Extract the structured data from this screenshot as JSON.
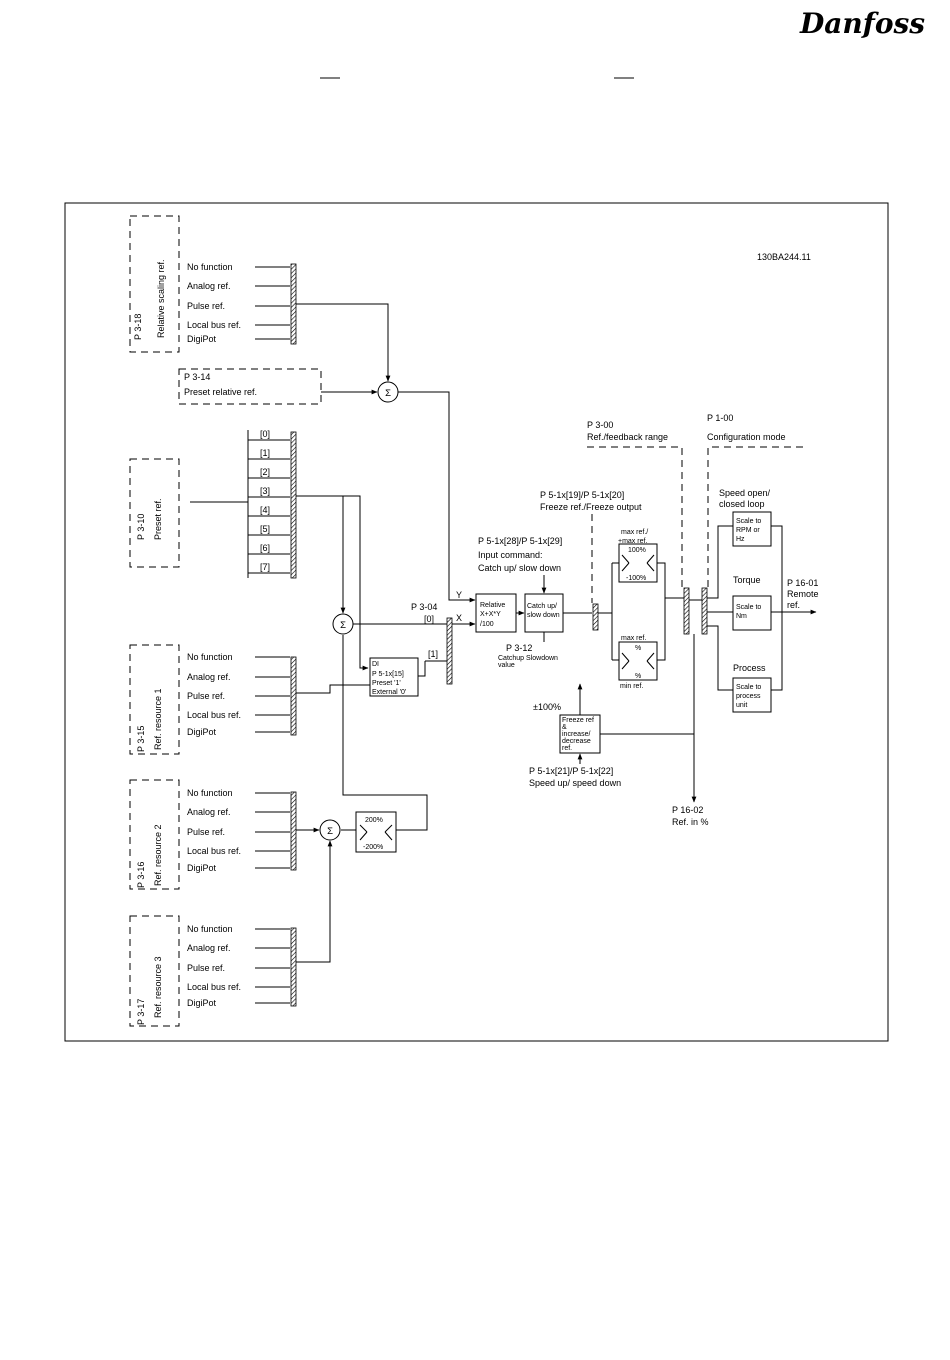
{
  "header": {
    "logo_text": "Danfoss"
  },
  "diagram": {
    "figure_id": "130BA244.11",
    "sigma": "Σ",
    "relative_scaling": {
      "param": "P 3-18",
      "name": "Relative scaling ref."
    },
    "preset_relative": {
      "param": "P 3-14",
      "name": "Preset relative ref."
    },
    "preset_ref": {
      "param": "P 3-10",
      "name": "Preset ref."
    },
    "ref_resource_1": {
      "param": "P 3-15",
      "name": "Ref. resource 1"
    },
    "ref_resource_2": {
      "param": "P 3-16",
      "name": "Ref. resource 2"
    },
    "ref_resource_3": {
      "param": "P 3-17",
      "name": "Ref. resource 3"
    },
    "source_options": [
      "No function",
      "Analog ref.",
      "Pulse ref.",
      "Local bus ref.",
      "DigiPot"
    ],
    "preset_indices": [
      "[0]",
      "[1]",
      "[2]",
      "[3]",
      "[4]",
      "[5]",
      "[6]",
      "[7]"
    ],
    "ref_function": {
      "param": "P 3-04",
      "opt0": "[0]",
      "opt1": "[1]",
      "y": "Y",
      "x": "X"
    },
    "di_box": {
      "line1": "DI",
      "line2": "P 5-1x[15]",
      "line3": "Preset '1'",
      "line4": "External '0'"
    },
    "limit_box": {
      "max": "200%",
      "min": "-200%"
    },
    "relative_box": {
      "line1": "Relative",
      "line2": "X+X*Y",
      "line3": "/100"
    },
    "catchup_box": {
      "line1": "Catch up/",
      "line2": "slow down"
    },
    "catchup_param": {
      "param": "P 3-12",
      "name": "Catchup Slowdown",
      "name2": "value"
    },
    "input_command": {
      "param": "P 5-1x[28]/P 5-1x[29]",
      "line2": "Input command:",
      "line3": "Catch up/ slow down"
    },
    "freeze": {
      "param": "P 5-1x[19]/P 5-1x[20]",
      "name": "Freeze ref./Freeze output"
    },
    "ref_range": {
      "param": "P 3-00",
      "name": "Ref./feedback range"
    },
    "config_mode": {
      "param": "P 1-00",
      "name": "Configuration mode"
    },
    "range_upper": {
      "label1": "max ref./",
      "label2": "+max ref.",
      "top": "100%",
      "bottom": "-100%"
    },
    "range_lower": {
      "label1": "max ref.",
      "top": "%",
      "bottom": "%",
      "label2": "min ref."
    },
    "speed": {
      "label1": "Speed open/",
      "label2": "closed loop",
      "box1": "Scale to",
      "box2": "RPM or",
      "box3": "Hz"
    },
    "torque": {
      "label": "Torque",
      "box1": "Scale to",
      "box2": "Nm"
    },
    "process": {
      "label": "Process",
      "box1": "Scale to",
      "box2": "process",
      "box3": "unit"
    },
    "remote_ref": {
      "param": "P 16-01",
      "line2": "Remote",
      "line3": "ref."
    },
    "ref_pct": {
      "param": "P 16-02",
      "line2": "Ref. in %"
    },
    "plusminus": "±100%",
    "freeze_box": {
      "line1": "Freeze ref",
      "line2": "&",
      "line3": "increase/",
      "line4": "decrease",
      "line5": "ref."
    },
    "speed_up": {
      "param": "P 5-1x[21]/P 5-1x[22]",
      "name": "Speed up/ speed down"
    }
  }
}
